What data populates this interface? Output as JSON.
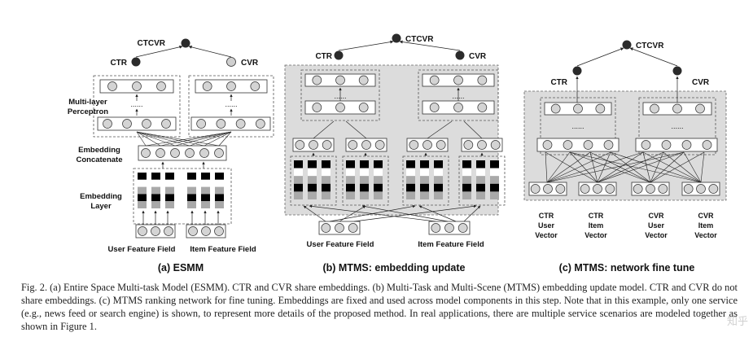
{
  "panel_a": {
    "output_top": "CTCVR",
    "output_left": "CTR",
    "output_right": "CVR",
    "mlp_label_line1": "Multi-layer",
    "mlp_label_line2": "Perceptron",
    "concat_label_line1": "Embedding",
    "concat_label_line2": "Concatenate",
    "embed_label_line1": "Embedding",
    "embed_label_line2": "Layer",
    "user_field": "User Feature Field",
    "item_field": "Item Feature Field",
    "caption": "(a) ESMM"
  },
  "panel_b": {
    "output_top": "CTCVR",
    "output_left": "CTR",
    "output_right": "CVR",
    "user_field": "User Feature Field",
    "item_field": "Item Feature Field",
    "caption": "(b) MTMS: embedding update"
  },
  "panel_c": {
    "output_top": "CTCVR",
    "output_left": "CTR",
    "output_right": "CVR",
    "vec1_line1": "CTR",
    "vec1_line2": "User",
    "vec1_line3": "Vector",
    "vec2_line1": "CTR",
    "vec2_line2": "Item",
    "vec2_line3": "Vector",
    "vec3_line1": "CVR",
    "vec3_line2": "User",
    "vec3_line3": "Vector",
    "vec4_line1": "CVR",
    "vec4_line2": "Item",
    "vec4_line3": "Vector",
    "caption": "(c) MTMS: network fine tune"
  },
  "dots": "......",
  "figure_caption": "Fig. 2.  (a) Entire Space Multi-task Model (ESMM). CTR and CVR share embeddings. (b) Multi-Task and Multi-Scene (MTMS) embedding update model. CTR and CVR do not share embeddings. (c) MTMS ranking network for fine tuning. Embeddings are fixed and used across model components in this step. Note that in this example, only one service (e.g., news feed or search engine) is shown, to represent more details of the proposed method. In real applications, there are multiple service scenarios are modeled together as shown in Figure 1.",
  "watermark": "知乎",
  "colors": {
    "output_node_dark": "#2b2b2b",
    "output_node_light": "#cfcfcf",
    "neuron_fill": "#d4d4d4",
    "embed_black": "#000000",
    "embed_gray": "#a9a9a9",
    "panel_bg": "#dcdcdc"
  }
}
